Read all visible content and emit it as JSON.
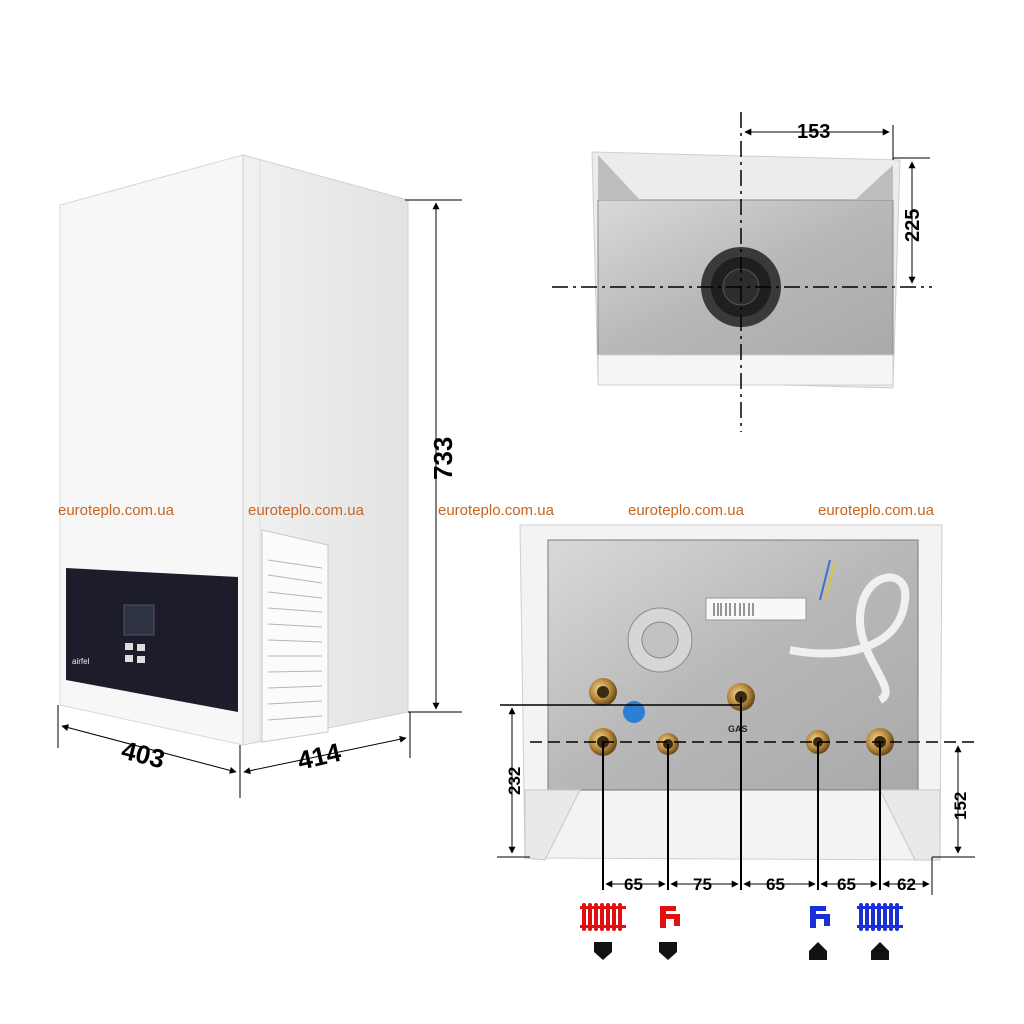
{
  "watermark": "euroteplo.com.ua",
  "brand": "airfel",
  "gas_label": "GAS",
  "dimensions": {
    "front_height": "733",
    "front_width": "403",
    "front_depth": "414",
    "top_flue_offset": "153",
    "top_flue_depth": "225",
    "bottom_height_left": "232",
    "bottom_height_right": "152",
    "spacings": [
      "65",
      "75",
      "65",
      "65",
      "62"
    ]
  },
  "connections": [
    {
      "name": "heating-flow",
      "icon": "radiator-icon",
      "color": "#e01010",
      "direction": "down"
    },
    {
      "name": "hot-water-out",
      "icon": "tap-icon",
      "color": "#e01010",
      "direction": "down"
    },
    {
      "name": "cold-water-in",
      "icon": "tap-icon",
      "color": "#1a2fd6",
      "direction": "up"
    },
    {
      "name": "heating-return",
      "icon": "radiator-icon",
      "color": "#1a2fd6",
      "direction": "up"
    }
  ],
  "colors": {
    "hot": "#e01010",
    "cold": "#1a2fd6",
    "watermark": "#c8641e"
  }
}
